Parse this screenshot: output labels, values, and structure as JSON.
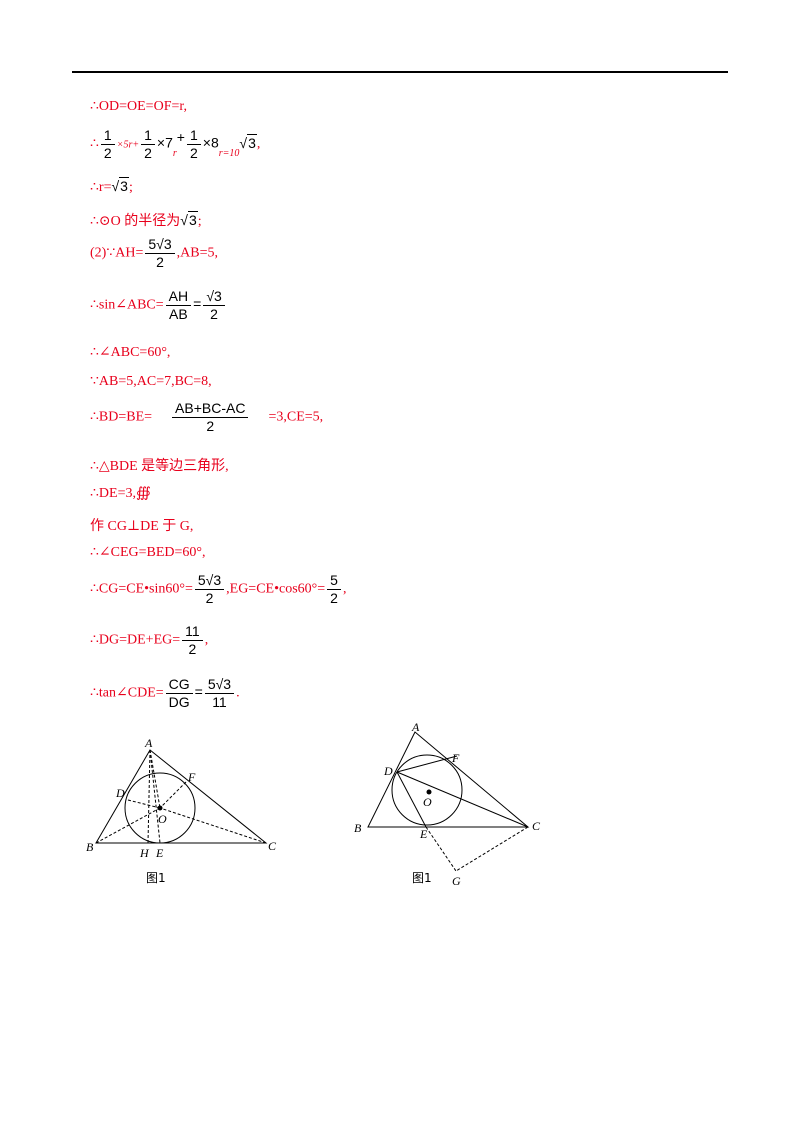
{
  "lines": {
    "l1": "∴OD=OE=OF=r,",
    "l2_pre": "∴",
    "l2_f1n": "1",
    "l2_f1d": "2",
    "l2_a": "×5r+",
    "l2_f2n": "1",
    "l2_f2d": "2",
    "l2_b": "×7",
    "l2_r1": "r",
    "l2_plus": "+",
    "l2_f3n": "1",
    "l2_f3d": "2",
    "l2_c": "×8",
    "l2_r2": "r=10",
    "l2_root": "3",
    "l2_end": ",",
    "l3_pre": "∴r=",
    "l3_root": "3",
    "l3_end": ";",
    "l4_pre": "∴⊙O 的半径为",
    "l4_root": "3",
    "l4_end": ";",
    "l5_pre": "(2)∵AH=",
    "l5_num": "5√3",
    "l5_den": "2",
    "l5_end": ",AB=5,",
    "l6_pre": "∴sin∠ABC=",
    "l6_f1n": "AH",
    "l6_f1d": "AB",
    "l6_eq": "=",
    "l6_f2n": "√3",
    "l6_f2d": "2",
    "l7": "∴∠ABC=60°,",
    "l8": "∵AB=5,AC=7,BC=8,",
    "l9_pre": "∴BD=BE=",
    "l9_num": "AB+BC-AC",
    "l9_den": "2",
    "l9_end": "=3,CE=5,",
    "l10": "∴△BDE 是等边三角形,",
    "l11": "∴DE=3,",
    "l11_mark": "∰",
    "l12": "作 CG⊥DE 于 G,",
    "l13": "∴∠CEG=BED=60°,",
    "l14_pre": "∴CG=CE•sin60°=",
    "l14_f1n": "5√3",
    "l14_f1d": "2",
    "l14_mid": ",EG=CE•cos60°=",
    "l14_f2n": "5",
    "l14_f2d": "2",
    "l14_end": ",",
    "l15_pre": "∴DG=DE+EG=",
    "l15_num": "11",
    "l15_den": "2",
    "l15_end": ",",
    "l16_pre": "∴tan∠CDE=",
    "l16_f1n": "CG",
    "l16_f1d": "DG",
    "l16_eq": "=",
    "l16_f2n": "5√3",
    "l16_f2d": "11",
    "l16_end": "."
  },
  "figure1": {
    "caption": "图1",
    "labels": {
      "A": "A",
      "B": "B",
      "C": "C",
      "D": "D",
      "E": "E",
      "F": "F",
      "H": "H",
      "O": "O"
    }
  },
  "figure2": {
    "caption": "图1",
    "labels": {
      "A": "A",
      "B": "B",
      "C": "C",
      "D": "D",
      "E": "E",
      "F": "F",
      "G": "G",
      "O": "O"
    }
  }
}
